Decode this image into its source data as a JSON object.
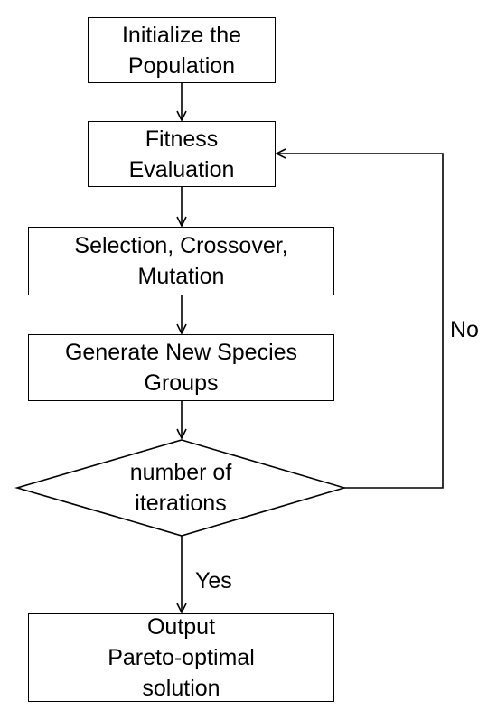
{
  "diagram": {
    "nodes": {
      "init": {
        "lines": [
          "Initialize the",
          "Population"
        ]
      },
      "fitness": {
        "lines": [
          "Fitness",
          "Evaluation"
        ]
      },
      "selection": {
        "lines": [
          "Selection, Crossover,",
          "Mutation"
        ]
      },
      "generate": {
        "lines": [
          "Generate New Species",
          "Groups"
        ]
      },
      "decision": {
        "lines": [
          "number of",
          "iterations"
        ]
      },
      "output": {
        "lines": [
          "Output",
          "Pareto-optimal",
          "solution"
        ]
      }
    },
    "edges": {
      "yes_label": "Yes",
      "no_label": "No"
    },
    "colors": {
      "stroke": "#000000",
      "fill": "#ffffff",
      "text": "#000000"
    }
  }
}
